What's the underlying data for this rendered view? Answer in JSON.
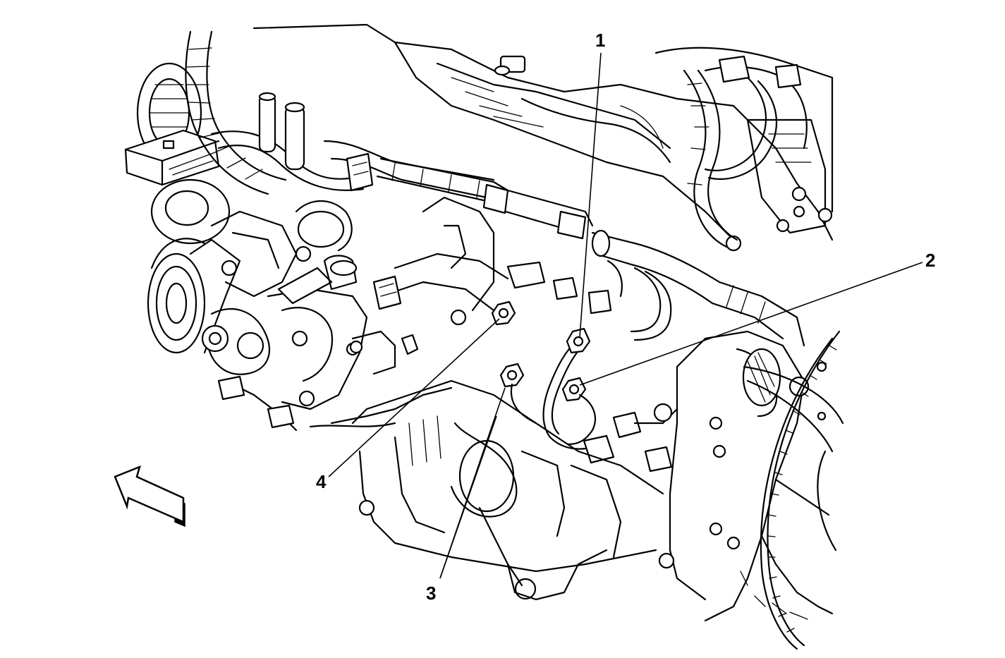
{
  "callouts": [
    {
      "id": "1",
      "label": "1"
    },
    {
      "id": "2",
      "label": "2"
    },
    {
      "id": "3",
      "label": "3"
    },
    {
      "id": "4",
      "label": "4"
    }
  ],
  "colors": {
    "line": "#000000",
    "background": "#ffffff"
  },
  "icons": {
    "direction_arrow": "front-direction-arrow-icon"
  }
}
